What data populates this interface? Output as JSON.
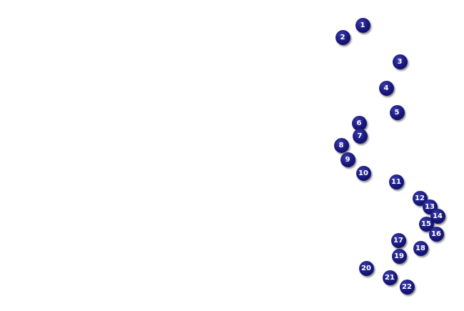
{
  "map": {
    "marker_color": "#16167a",
    "marker_text_color": "#ffffff",
    "markers": [
      {
        "label": "1"
      },
      {
        "label": "2"
      },
      {
        "label": "3"
      },
      {
        "label": "4"
      },
      {
        "label": "5"
      },
      {
        "label": "6"
      },
      {
        "label": "7"
      },
      {
        "label": "8"
      },
      {
        "label": "9"
      },
      {
        "label": "10"
      },
      {
        "label": "11"
      },
      {
        "label": "12"
      },
      {
        "label": "13"
      },
      {
        "label": "14"
      },
      {
        "label": "15"
      },
      {
        "label": "16"
      },
      {
        "label": "17"
      },
      {
        "label": "18"
      },
      {
        "label": "19"
      },
      {
        "label": "20"
      },
      {
        "label": "21"
      },
      {
        "label": "22"
      }
    ]
  }
}
